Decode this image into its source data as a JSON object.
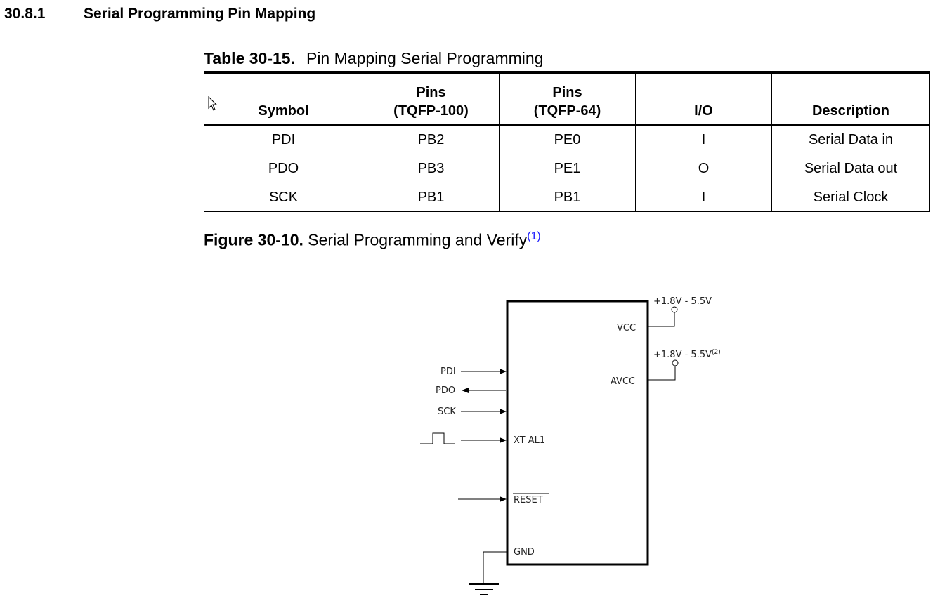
{
  "section": {
    "number": "30.8.1",
    "title": "Serial Programming Pin Mapping"
  },
  "table": {
    "caption_label": "Table 30-15.",
    "caption_text": "Pin Mapping Serial Programming",
    "headers": {
      "symbol": "Symbol",
      "pins100_line1": "Pins",
      "pins100_line2": "(TQFP-100)",
      "pins64_line1": "Pins",
      "pins64_line2": "(TQFP-64)",
      "io": "I/O",
      "description": "Description"
    },
    "rows": [
      {
        "symbol": "PDI",
        "pins100": "PB2",
        "pins64": "PE0",
        "io": "I",
        "description": "Serial Data in"
      },
      {
        "symbol": "PDO",
        "pins100": "PB3",
        "pins64": "PE1",
        "io": "O",
        "description": "Serial Data out"
      },
      {
        "symbol": "SCK",
        "pins100": "PB1",
        "pins64": "PB1",
        "io": "I",
        "description": "Serial Clock"
      }
    ]
  },
  "figure": {
    "caption_label": "Figure 30-10.",
    "caption_text": "Serial Programming and Verify",
    "caption_note": "(1)",
    "labels": {
      "vcc_supply": "+1.8V - 5.5V",
      "avcc_supply": "+1.8V - 5.5V",
      "avcc_supply_note": "(2)",
      "vcc": "VCC",
      "avcc": "AVCC",
      "pdi": "PDI",
      "pdo": "PDO",
      "sck": "SCK",
      "xtal1": "XT AL1",
      "reset": "RESET",
      "gnd": "GND"
    }
  }
}
